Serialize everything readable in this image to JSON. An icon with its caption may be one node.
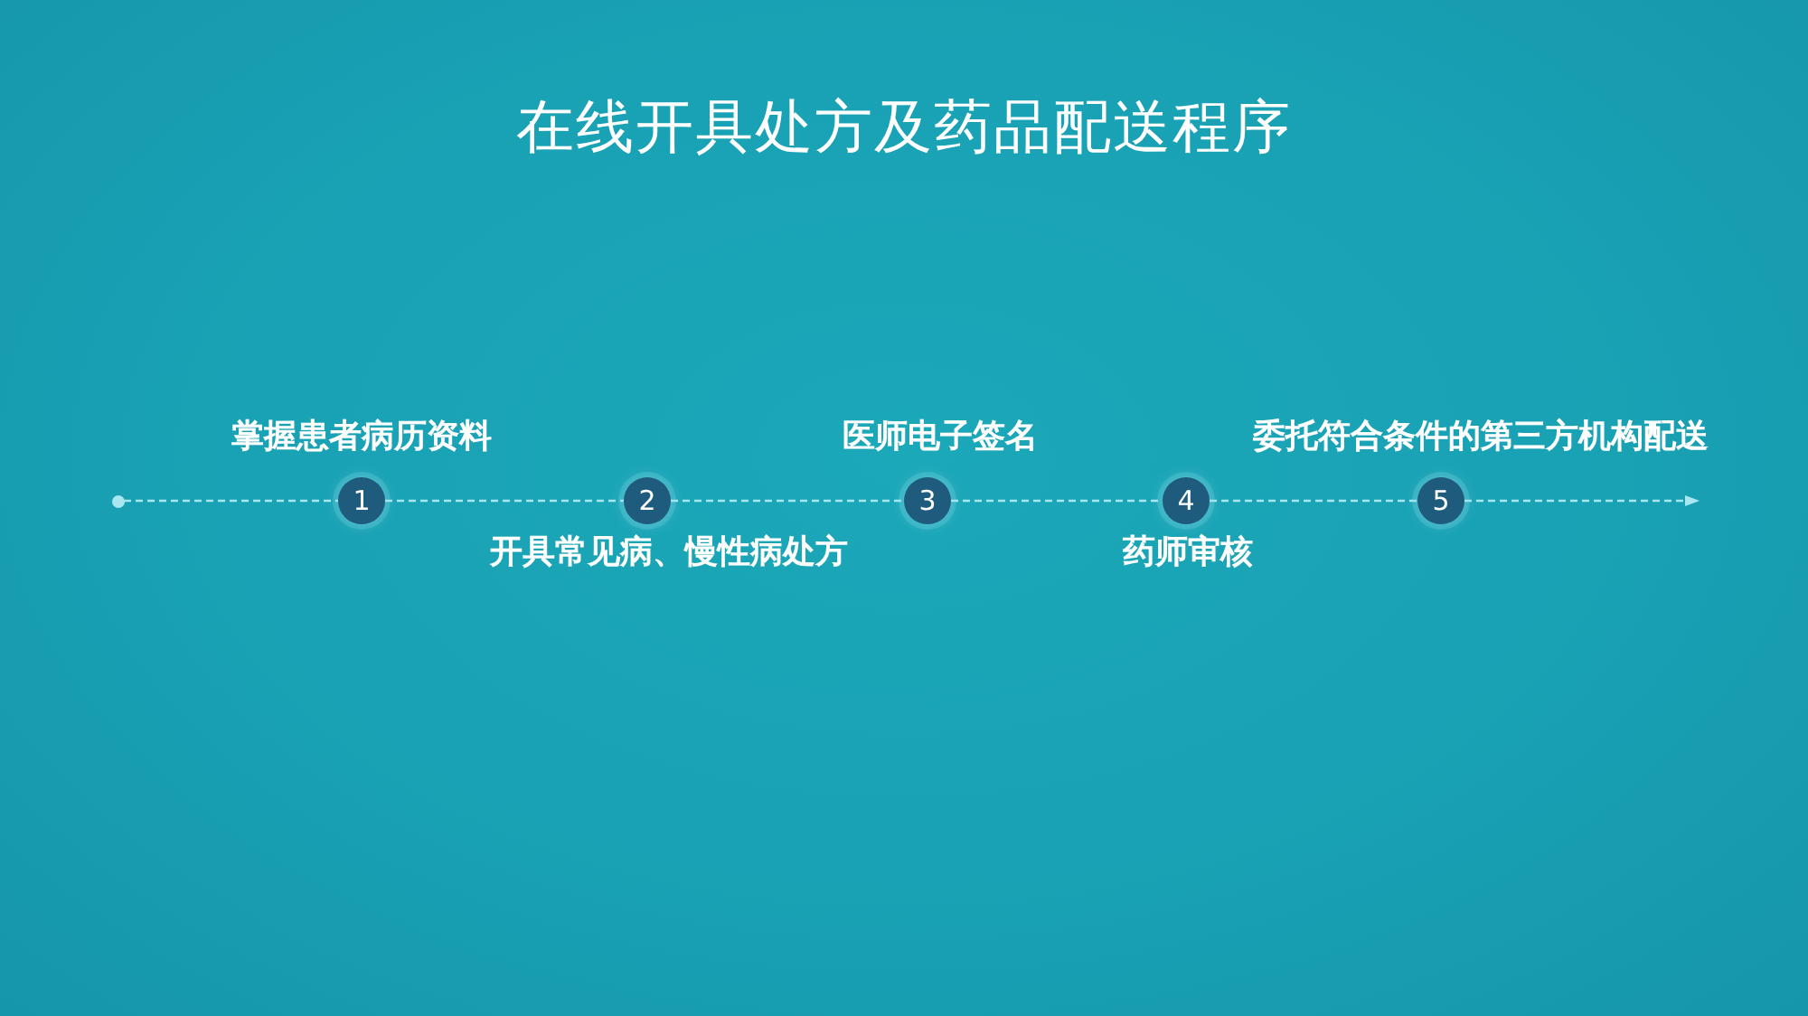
{
  "diagram": {
    "title": "在线开具处方及药品配送程序",
    "nodes": [
      {
        "text": [],
        "shape": "circle"
      },
      {
        "text": [
          "1"
        ],
        "beside": [
          "掌握患者病历资料"
        ]
      },
      {
        "text": [
          "2"
        ],
        "beside": [
          "开具常见病、慢性病处方"
        ]
      },
      {
        "text": [
          "3"
        ],
        "beside": [
          "医师电子签名"
        ]
      },
      {
        "text": [
          "4"
        ],
        "beside": [
          "药师审核"
        ]
      },
      {
        "text": [
          "5"
        ],
        "beside": [
          "委托符合条件的第三方机构配送"
        ]
      }
    ],
    "edges": [
      {
        "from": 0,
        "to": 1,
        "arrow": "none",
        "style": "dashed"
      },
      {
        "from": 1,
        "to": 2,
        "arrow": "none",
        "style": "dashed"
      },
      {
        "from": 2,
        "to": 3,
        "arrow": "none",
        "style": "dashed"
      },
      {
        "from": 3,
        "to": 4,
        "arrow": "none",
        "style": "dashed"
      },
      {
        "from": 4,
        "to": 5,
        "arrow": "none",
        "style": "dashed"
      },
      {
        "from": 5,
        "to": null,
        "arrow": "to",
        "style": "dashed"
      }
    ]
  }
}
